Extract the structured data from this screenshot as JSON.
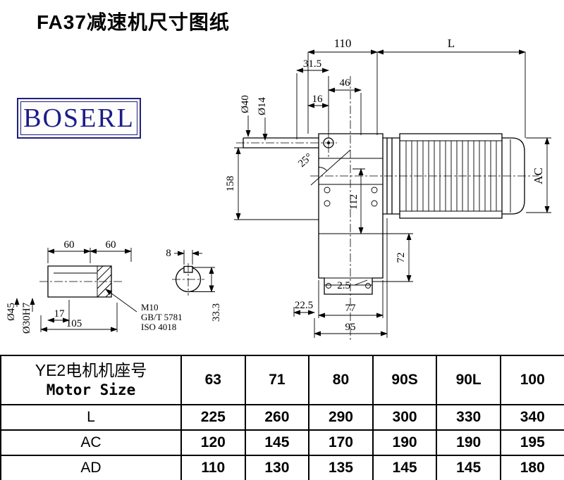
{
  "page": {
    "title": "FA37减速机尺寸图纸",
    "logo_text": "BOSERL"
  },
  "dims": {
    "d110": "110",
    "dL": "L",
    "d31_5": "31.5",
    "d46": "46",
    "d16": "16",
    "d40": "Ø40",
    "d14": "Ø14",
    "d25": "25°",
    "d158": "158",
    "d112": "112",
    "dAC": "AC",
    "d72": "72",
    "d2_5": "2.5",
    "d22_5": "22.5",
    "d77": "77",
    "d95": "95"
  },
  "shaft": {
    "d60a": "60",
    "d60b": "60",
    "d8": "8",
    "d45": "Ø45",
    "d30": "Ø30H7",
    "d17": "17",
    "d105": "105",
    "m10": "M10",
    "gbt": "GB/T 5781",
    "iso": "ISO 4018",
    "d33": "33.3"
  },
  "table": {
    "header_cn": "YE2电机机座号",
    "header_en": "Motor Size",
    "sizes": [
      "63",
      "71",
      "80",
      "90S",
      "90L",
      "100"
    ],
    "rows": [
      {
        "label": "L",
        "values": [
          "225",
          "260",
          "290",
          "300",
          "330",
          "340"
        ]
      },
      {
        "label": "AC",
        "values": [
          "120",
          "145",
          "170",
          "190",
          "190",
          "195"
        ]
      },
      {
        "label": "AD",
        "values": [
          "110",
          "130",
          "135",
          "145",
          "145",
          "180"
        ]
      }
    ]
  }
}
